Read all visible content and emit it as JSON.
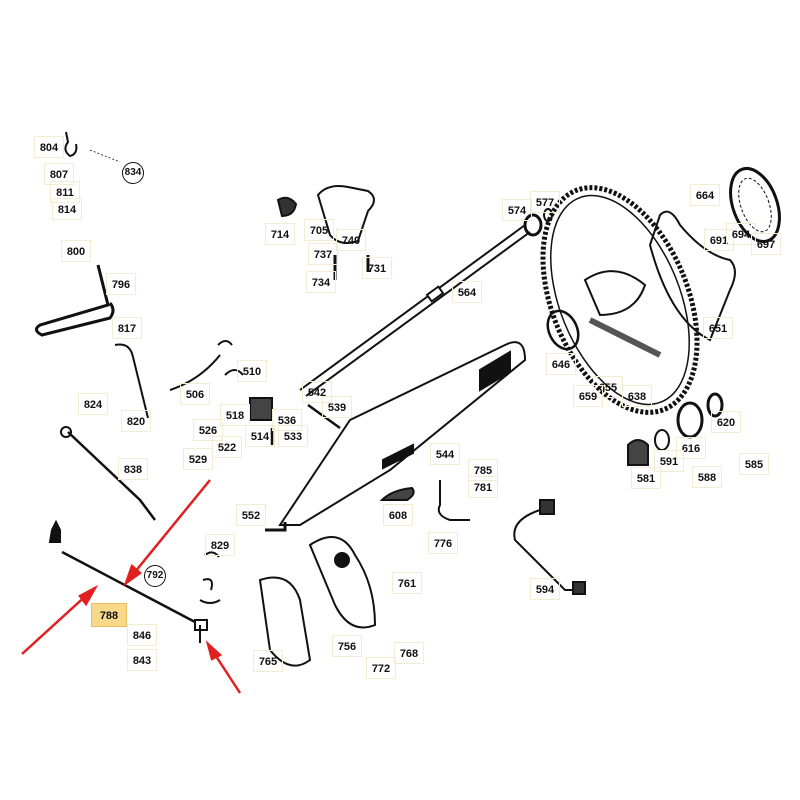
{
  "diagram": {
    "title": "Steering column and linkage exploded parts diagram",
    "highlight_color": "#f8d98a",
    "arrow_color": "#e02020",
    "labels": {
      "p804": "804",
      "p834": "834",
      "p807": "807",
      "p811": "811",
      "p814": "814",
      "p800": "800",
      "p796": "796",
      "p817": "817",
      "p824": "824",
      "p820": "820",
      "p838": "838",
      "p714": "714",
      "p705": "705",
      "p740": "740",
      "p737": "737",
      "p734": "734",
      "p731": "731",
      "p510": "510",
      "p506": "506",
      "p542": "542",
      "p539": "539",
      "p518": "518",
      "p536": "536",
      "p526": "526",
      "p514": "514",
      "p533": "533",
      "p529": "529",
      "p522": "522",
      "p544": "544",
      "p785": "785",
      "p781": "781",
      "p552": "552",
      "p608": "608",
      "p776": "776",
      "p829": "829",
      "p792": "792",
      "p788": "788",
      "p846": "846",
      "p843": "843",
      "p765": "765",
      "p756": "756",
      "p772": "772",
      "p768": "768",
      "p761": "761",
      "p594": "594",
      "p564": "564",
      "p574": "574",
      "p577": "577",
      "p664": "664",
      "p691": "691",
      "p694": "694",
      "p697": "697",
      "p651": "651",
      "p646": "646",
      "p655": "655",
      "p659": "659",
      "p638": "638",
      "p620": "620",
      "p616": "616",
      "p591": "591",
      "p585": "585",
      "p581": "581",
      "p588": "588"
    },
    "highlighted_part": "788"
  }
}
